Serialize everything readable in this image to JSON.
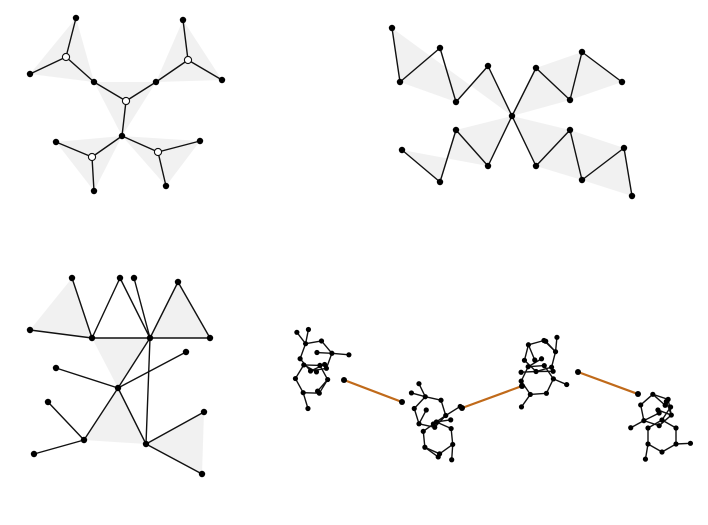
{
  "colors": {
    "background": "#ffffff",
    "hull": "#ececec",
    "edge": "#111111",
    "bridge_edge": "#c06a1a",
    "node_filled": "#000000",
    "node_open": "#ffffff"
  },
  "panels": [
    {
      "id": "top-left",
      "description_icon": "tree-with-open-junction-nodes"
    },
    {
      "id": "top-right",
      "description_icon": "two-zigzag-chains-crossing"
    },
    {
      "id": "bottom-left",
      "description_icon": "tree-with-star-hubs"
    },
    {
      "id": "bottom-right",
      "description_icon": "four-molecule-clusters-linked"
    }
  ]
}
